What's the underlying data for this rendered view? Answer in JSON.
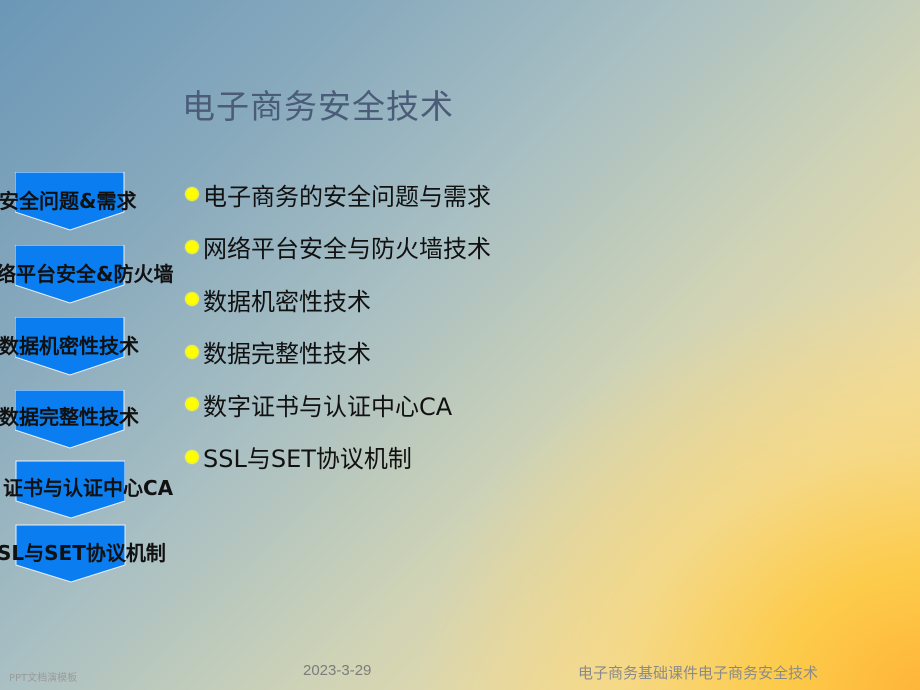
{
  "slide": {
    "title": "电子商务安全技术",
    "bullets": [
      "电子商务的安全问题与需求",
      "网络平台安全与防火墙技术",
      "数据机密性技术",
      "数据完整性技术",
      "数字证书与认证中心CA",
      "SSL与SET协议机制"
    ],
    "chevrons": [
      "安全问题&需求",
      "络平台安全&防火墙",
      "数据机密性技术",
      "数据完整性技术",
      "证书与认证中心CA",
      "SL与SET协议机制"
    ],
    "colors": {
      "chevron_fill": "#0a7ef0",
      "bullet_dot": "#ffff00",
      "title_text": "#4a5c78"
    }
  },
  "footer": {
    "watermark": "PPT文档演模板",
    "date": "2023-3-29",
    "course_title": "电子商务基础课件电子商务安全技术"
  }
}
